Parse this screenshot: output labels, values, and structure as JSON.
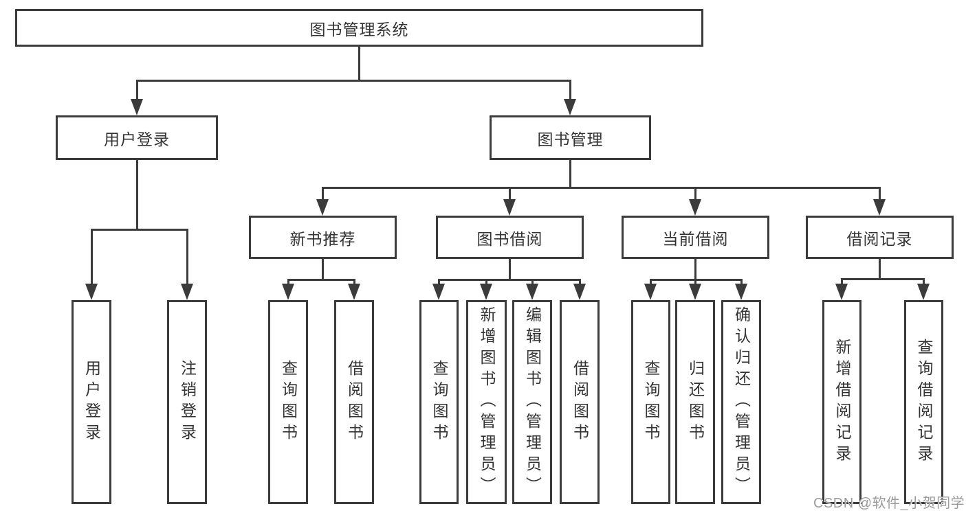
{
  "diagram": {
    "root": {
      "label": "图书管理系统"
    },
    "level2": [
      {
        "label": "用户登录"
      },
      {
        "label": "图书管理"
      }
    ],
    "level3": [
      {
        "label": "新书推荐"
      },
      {
        "label": "图书借阅"
      },
      {
        "label": "当前借阅"
      },
      {
        "label": "借阅记录"
      }
    ],
    "leaves": {
      "user_login": [
        {
          "label": "用户登录"
        },
        {
          "label": "注销登录"
        }
      ],
      "new_book": [
        {
          "label": "查询图书"
        },
        {
          "label": "借阅图书"
        }
      ],
      "book_borrow": [
        {
          "label": "查询图书"
        },
        {
          "label": "新增图书（管理员）"
        },
        {
          "label": "编辑图书（管理员）"
        },
        {
          "label": "借阅图书"
        }
      ],
      "current_borrow": [
        {
          "label": "查询图书"
        },
        {
          "label": "归还图书"
        },
        {
          "label": "确认归还（管理员）"
        }
      ],
      "borrow_records": [
        {
          "label": "新增借阅记录"
        },
        {
          "label": "查询借阅记录"
        }
      ]
    },
    "colors": {
      "line": "#3b3b3b",
      "text": "#333333",
      "background": "#ffffff",
      "watermark": "#9b9b9b"
    }
  },
  "watermark": {
    "text": "CSDN @软件_小贺同学"
  }
}
